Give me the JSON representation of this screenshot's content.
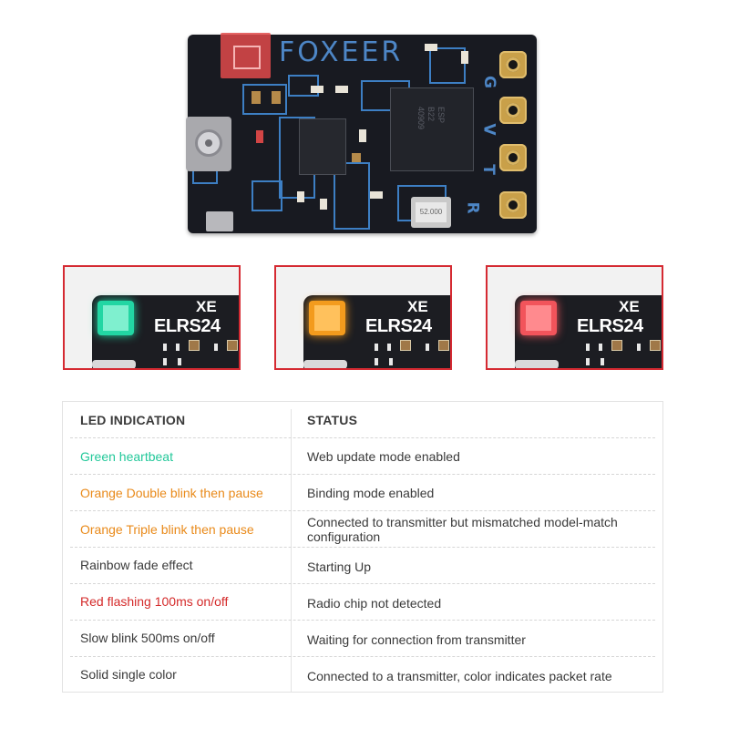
{
  "board": {
    "brand": "FOXEER",
    "pin_labels": [
      "G",
      "V",
      "T",
      "R"
    ],
    "crystal_text": "52.000",
    "mcu_text": "ESP\nB22\n40909",
    "colors": {
      "pcb": "#181a21",
      "silkscreen": "#3d7fc4",
      "pad": "#c9a049",
      "led_highlight": "#e04040"
    }
  },
  "panels": [
    {
      "label_partial": "ELRS24",
      "corner_mark": "XE",
      "led_color": "#22d6a3"
    },
    {
      "label_partial": "ELRS24",
      "corner_mark": "XE",
      "led_color": "#f39b1d"
    },
    {
      "label_partial": "ELRS24",
      "corner_mark": "XE",
      "led_color": "#f2545b"
    }
  ],
  "table": {
    "headers": {
      "led": "LED INDICATION",
      "status": "STATUS"
    },
    "rows": [
      {
        "led": "Green heartbeat",
        "status": "Web update mode enabled",
        "color": "#23c89a"
      },
      {
        "led": "Orange Double blink then pause",
        "status": "Binding mode enabled",
        "color": "#e98a1a"
      },
      {
        "led": "Orange Triple blink then pause",
        "status": "Connected to transmitter but mismatched model-match configuration",
        "color": "#e98a1a"
      },
      {
        "led": "Rainbow fade effect",
        "status": "Starting Up",
        "color": "#3a3a3a"
      },
      {
        "led": "Red flashing 100ms on/off",
        "status": "Radio chip not detected",
        "color": "#d42a2a"
      },
      {
        "led": "Slow blink 500ms on/off",
        "status": "Waiting for connection from transmitter",
        "color": "#3a3a3a"
      },
      {
        "led": "Solid single color",
        "status": "Connected to a transmitter, color indicates packet rate",
        "color": "#3a3a3a"
      }
    ]
  }
}
